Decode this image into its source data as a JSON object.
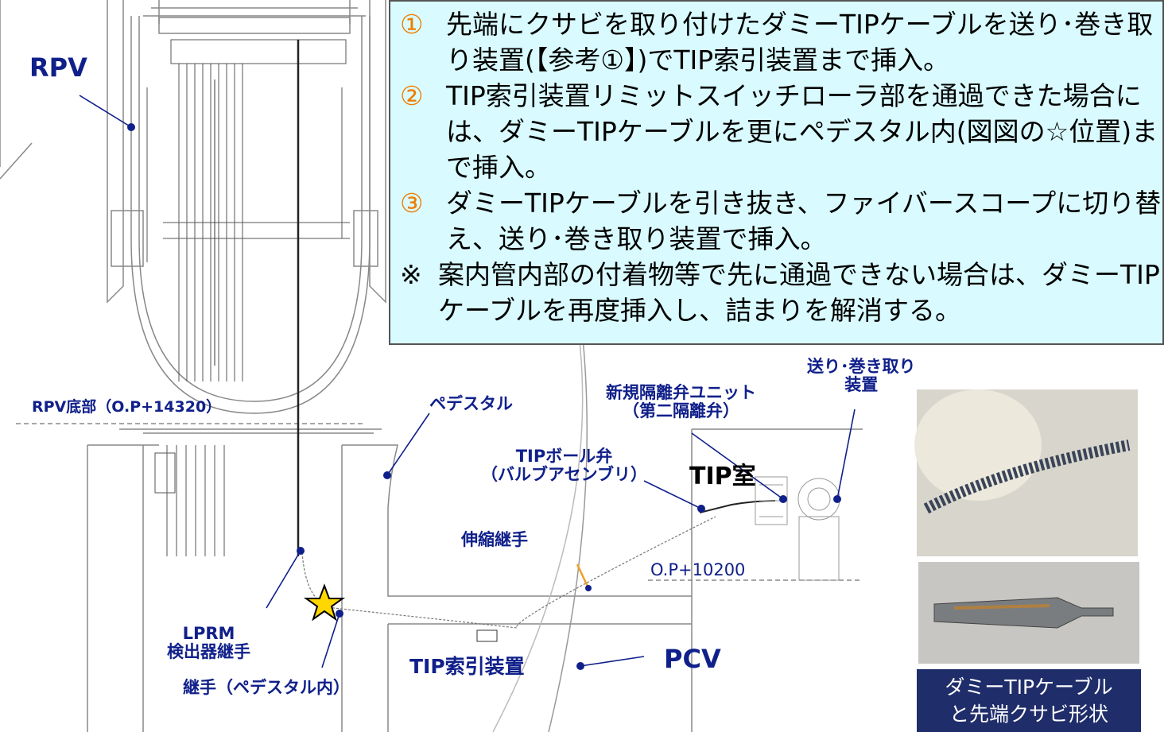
{
  "labels": {
    "rpv": "RPV",
    "rpv_bottom": "RPV底部（O.P+14320）",
    "pedestal": "ペデスタル",
    "tip_ball_valve_1": "TIPボール弁",
    "tip_ball_valve_2": "（バルブアセンブリ）",
    "isolation_valve_1": "新規隔離弁ユニット",
    "isolation_valve_2": "（第二隔離弁）",
    "feed_device_1": "送り･巻き取り",
    "feed_device_2": "装置",
    "tip_room": "TIP室",
    "expansion_joint": "伸縮継手",
    "op_level": "O.P+10200",
    "lprm_1": "LPRM",
    "lprm_2": "検出器継手",
    "tip_index": "TIP索引装置",
    "pcv": "PCV",
    "joint_pedestal": "継手（ペデスタル内）"
  },
  "info": {
    "step1_num": "①",
    "step1_text": "先端にクサビを取り付けたダミーTIPケーブルを送り･巻き取り装置(【参考①】)でTIP索引装置まで挿入。",
    "step2_num": "②",
    "step2_text": "TIP索引装置リミットスイッチローラ部を通過できた場合には、ダミーTIPケーブルを更にペデスタル内(図図の☆位置)まで挿入。",
    "step3_num": "③",
    "step3_text": "ダミーTIPケーブルを引き抜き、ファイバースコープに切り替え、送り･巻き取り装置で挿入。",
    "note_mark": "※",
    "note_text": "案内管内部の付着物等で先に通過できない場合は、ダミーTIPケーブルを再度挿入し、詰まりを解消する。"
  },
  "caption": {
    "line1": "ダミーTIPケーブル",
    "line2": "と先端クサビ形状"
  },
  "colors": {
    "label_blue": "#10208a",
    "info_bg": "#d9fbff",
    "number_orange": "#f07c00",
    "caption_bg": "#1f2d6a",
    "star_fill": "#ffd700"
  }
}
